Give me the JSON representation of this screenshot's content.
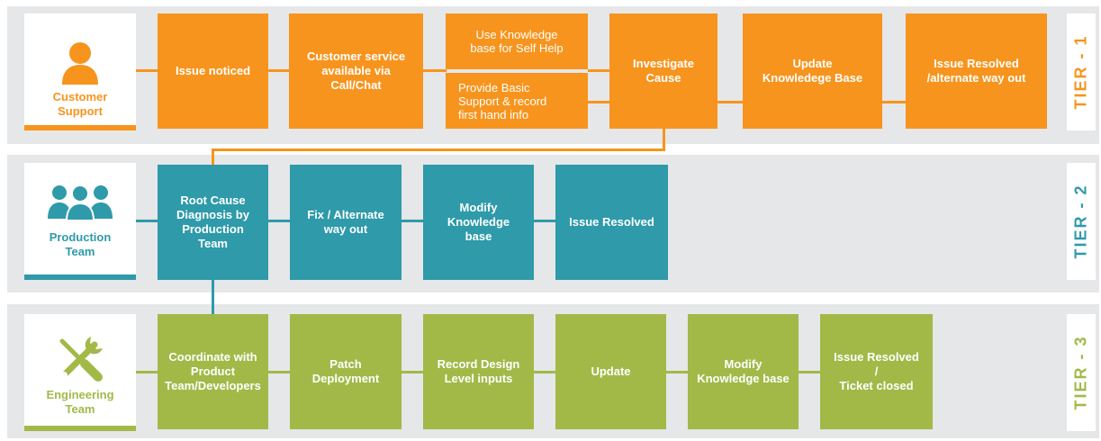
{
  "colors": {
    "orange": "#f7941d",
    "teal": "#2e9aaa",
    "green": "#a2b948",
    "band": "#e6e7e8"
  },
  "tiers": [
    {
      "tier_label": "TIER - 1",
      "category": {
        "label_line1": "Customer",
        "label_line2": "Support",
        "icon": "person-icon"
      },
      "steps": {
        "issue_noticed": "Issue noticed",
        "customer_service_l1": "Customer service",
        "customer_service_l2": "available via",
        "customer_service_l3": "Call/Chat",
        "knowledge_base_l1": "Use Knowledge",
        "knowledge_base_l2": "base for Self Help",
        "basic_support_l1": "Provide Basic",
        "basic_support_l2": "Support & record",
        "basic_support_l3": "first hand info",
        "investigate_l1": "Investigate",
        "investigate_l2": "Cause",
        "update_kb_l1": "Update",
        "update_kb_l2": "Knowledege Base",
        "resolved_l1": "Issue Resolved",
        "resolved_l2": "/alternate way out"
      }
    },
    {
      "tier_label": "TIER - 2",
      "category": {
        "label_line1": "Production",
        "label_line2": "Team",
        "icon": "group-icon"
      },
      "steps": {
        "root_cause_l1": "Root Cause",
        "root_cause_l2": "Diagnosis by",
        "root_cause_l3": "Production",
        "root_cause_l4": "Team",
        "fix_l1": "Fix / Alternate",
        "fix_l2": "way out",
        "modify_kb_l1": "Modify",
        "modify_kb_l2": "Knowledge",
        "modify_kb_l3": "base",
        "resolved": "Issue Resolved"
      }
    },
    {
      "tier_label": "TIER - 3",
      "category": {
        "label_line1": "Engineering",
        "label_line2": "Team",
        "icon": "tools-icon"
      },
      "steps": {
        "coordinate_l1": "Coordinate with",
        "coordinate_l2": "Product",
        "coordinate_l3": "Team/Developers",
        "patch_l1": "Patch",
        "patch_l2": "Deployment",
        "record_l1": "Record Design",
        "record_l2": "Level inputs",
        "update": "Update",
        "modify_kb_l1": "Modify",
        "modify_kb_l2": "Knowledge base",
        "resolved_l1": "Issue Resolved",
        "resolved_l2": "/",
        "resolved_l3": "Ticket closed"
      }
    }
  ]
}
